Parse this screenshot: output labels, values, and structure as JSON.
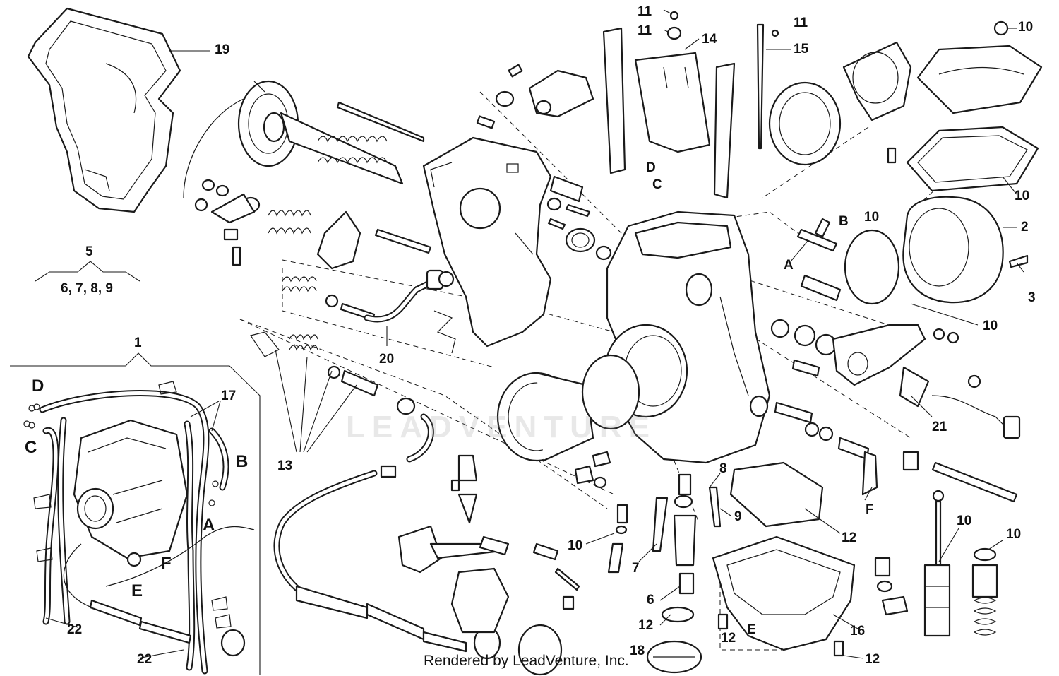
{
  "diagram": {
    "callouts": {
      "c19": "19",
      "c5": "5",
      "c5sub": "6, 7, 8, 9",
      "c1": "1",
      "cD_inset": "D",
      "cC_inset": "C",
      "c17": "17",
      "cB_inset": "B",
      "cA_inset": "A",
      "cF_inset": "F",
      "cE_inset": "E",
      "c22a": "22",
      "c22b": "22",
      "c20": "20",
      "c13": "13",
      "c11a": "11",
      "c11b": "11",
      "c14": "14",
      "c11c": "11",
      "c15": "15",
      "cD_main": "D",
      "cC_main": "C",
      "c10a": "10",
      "c10b": "10",
      "c2": "2",
      "c3": "3",
      "cB_main": "B",
      "c10c": "10",
      "cA_main": "A",
      "c10d": "10",
      "c21": "21",
      "cF_main": "F",
      "c8": "8",
      "c9": "9",
      "c12a": "12",
      "c10e": "10",
      "c7": "7",
      "c6": "6",
      "c12b": "12",
      "c18": "18",
      "c12c": "12",
      "cE_main": "E",
      "c16": "16",
      "c12d": "12",
      "c10f": "10",
      "c10g": "10"
    },
    "watermark": "LEADVENTURE",
    "credit": "Rendered by LeadVenture, Inc."
  }
}
